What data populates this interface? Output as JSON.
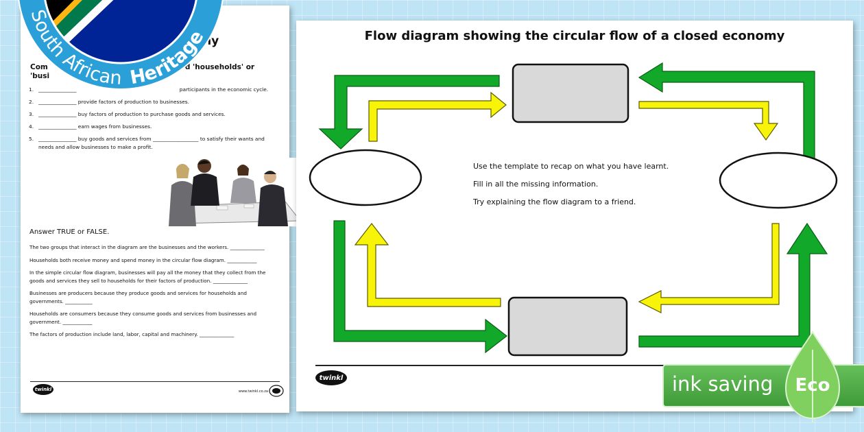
{
  "badge": {
    "line1": "South African",
    "line2": "Heritage"
  },
  "left_page": {
    "title_partial": "onomy",
    "instruction_line1": "Com",
    "instruction_line1_end": "d 'households' or",
    "instruction_line2": "'busi",
    "questions": [
      {
        "num": "1.",
        "text": "_______________ ",
        "tail": "participants in the economic cycle."
      },
      {
        "num": "2.",
        "text": "_______________ provide",
        "tail": " factors of production to businesses."
      },
      {
        "num": "3.",
        "text": "_______________ buy factors of production to purchase goods and services."
      },
      {
        "num": "4.",
        "text": "_______________ earn wages from businesses."
      },
      {
        "num": "5.",
        "text": "_______________ buy goods and services from __________________ to satisfy their wants and needs and allow businesses to make a profit."
      }
    ],
    "tf_heading": "Answer TRUE or FALSE.",
    "tf_items": [
      "The two groups that interact in the diagram are the businesses and the workers. ______________",
      "Households both receive money and spend money in the circular flow diagram. ____________",
      "In the simple circular flow diagram, businesses will pay all the money that they collect from the goods and services they sell to households for their factors of production. ______________",
      "Businesses are producers because they produce goods and services for households and governments. ___________",
      "Households are consumers because they consume goods and services from businesses and government. ____________",
      "The factors of production include land, labor, capital and machinery. ______________"
    ],
    "footer_logo": "twinkl",
    "footer_url": "www.twinkl.co.za"
  },
  "right_page": {
    "title": "Flow diagram showing the circular flow of a closed economy",
    "instructions": [
      "Use the template to recap on what you have learnt.",
      "Fill in all the missing information.",
      "Try explaining the flow diagram to a friend."
    ],
    "footer_logo": "twinkl"
  },
  "eco_banner": {
    "text": "ink saving",
    "label": "Eco"
  },
  "colors": {
    "green_arrow": "#12a829",
    "yellow_arrow": "#f7f40a",
    "box_fill": "#d9d9d9",
    "eco_green": "#4caf45"
  }
}
